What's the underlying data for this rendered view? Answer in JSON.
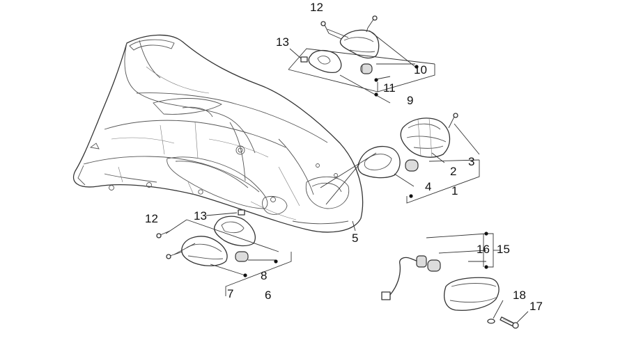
{
  "callouts": {
    "c1": "1",
    "c2": "2",
    "c3": "3",
    "c4": "4",
    "c5": "5",
    "c6": "6",
    "c7": "7",
    "c8": "8",
    "c9": "9",
    "c10": "10",
    "c11": "11",
    "c12_top": "12",
    "c12_left": "12",
    "c13_top": "13",
    "c13_left": "13",
    "c15": "15",
    "c16": "16",
    "c17": "17",
    "c18": "18"
  },
  "colors": {
    "line": "#333333",
    "background": "#ffffff",
    "shade": "#dcdcdc"
  }
}
